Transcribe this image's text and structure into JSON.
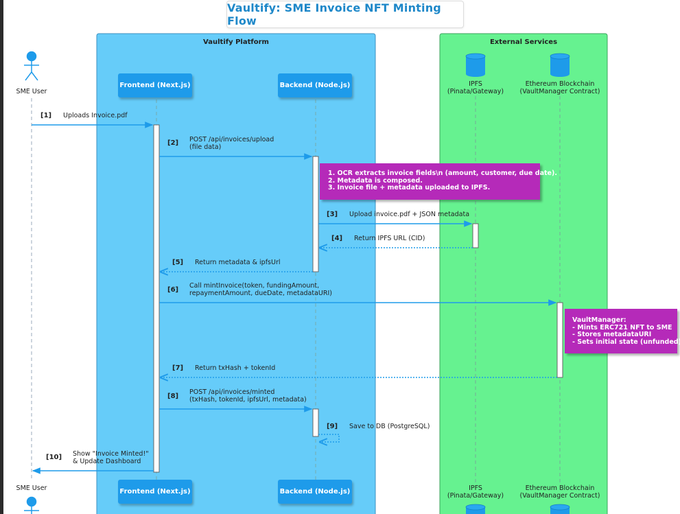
{
  "title": "Vaultify: SME Invoice NFT Minting Flow",
  "groups": {
    "platform": "Vaultify Platform",
    "external": "External Services"
  },
  "participants": {
    "user": "SME User",
    "frontend": "Frontend (Next.js)",
    "backend": "Backend (Node.js)",
    "ipfs": "IPFS\n(Pinata/Gateway)",
    "eth": "Ethereum Blockchain\n(VaultManager Contract)"
  },
  "colors": {
    "platform_fill": "#66ccf9",
    "external_fill": "#66f290",
    "participant": "#1e9bea",
    "note": "#b52ab9",
    "arrow": "#1e9bea"
  },
  "messages": [
    {
      "num": "[1]",
      "text": "Uploads Invoice.pdf"
    },
    {
      "num": "[2]",
      "text": "POST /api/invoices/upload\n(file data)"
    },
    {
      "num": "[3]",
      "text": "Upload invoice.pdf + JSON metadata"
    },
    {
      "num": "[4]",
      "text": "Return IPFS URL (CID)"
    },
    {
      "num": "[5]",
      "text": "Return metadata & ipfsUrl"
    },
    {
      "num": "[6]",
      "text": "Call mintInvoice(token, fundingAmount,\nrepaymentAmount, dueDate, metadataURI)"
    },
    {
      "num": "[7]",
      "text": "Return txHash + tokenId"
    },
    {
      "num": "[8]",
      "text": "POST /api/invoices/minted\n(txHash, tokenId, ipfsUrl, metadata)"
    },
    {
      "num": "[9]",
      "text": "Save to DB (PostgreSQL)"
    },
    {
      "num": "[10]",
      "text": "Show \"Invoice Minted!\"\n& Update Dashboard"
    }
  ],
  "notes": {
    "backend_note": "1. OCR extracts invoice fields\\n (amount, customer, due date).\n2. Metadata is composed.\n3. Invoice file + metadata uploaded to IPFS.",
    "vault_note": "VaultManager:\n- Mints ERC721 NFT to SME\n- Stores metadataURI\n- Sets initial state (unfunded)"
  }
}
